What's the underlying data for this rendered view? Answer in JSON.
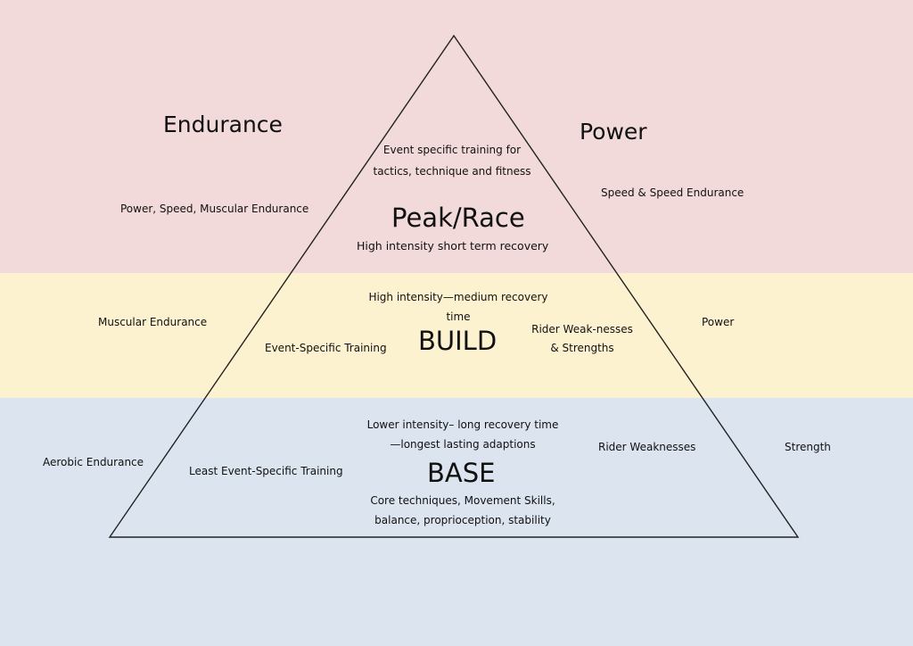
{
  "colors": {
    "top_band": "#f2d9da",
    "mid_band": "#fdf2cf",
    "bottom_band": "#dce4ef",
    "line": "#222222"
  },
  "headings": {
    "left": "Endurance",
    "right": "Power"
  },
  "peak": {
    "desc": "Event specific training for tactics, technique and fitness",
    "title": "Peak/Race",
    "recovery": "High intensity short term recovery",
    "left": "Power, Speed, Muscular Endurance",
    "right": "Speed & Speed Endurance"
  },
  "build": {
    "recovery": "High intensity—medium  recovery time",
    "title": "BUILD",
    "inner_left": "Event-Specific Training",
    "inner_right": "Rider Weak-nesses & Strengths",
    "left": "Muscular Endurance",
    "right": "Power"
  },
  "base": {
    "recovery": "Lower intensity– long recovery time—longest lasting adaptions",
    "title": "BASE",
    "skills": "Core techniques, Movement Skills, balance, proprioception, stability",
    "inner_left": "Least Event-Specific Training",
    "inner_right": "Rider Weaknesses",
    "left": "Aerobic Endurance",
    "right": "Strength"
  }
}
